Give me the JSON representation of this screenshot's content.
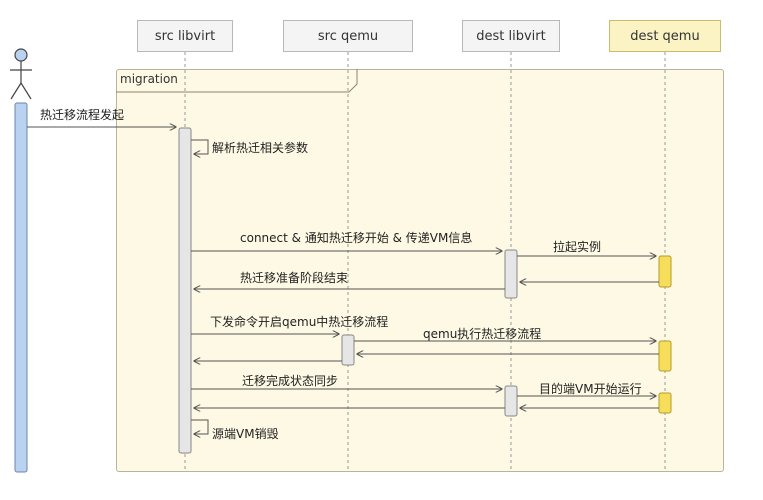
{
  "participants": {
    "src_libvirt": "src libvirt",
    "src_qemu": "src qemu",
    "dest_libvirt": "dest libvirt",
    "dest_qemu": "dest qemu"
  },
  "frame": {
    "label": "migration"
  },
  "messages": {
    "m1": "热迁移流程发起",
    "m2": "解析热迁相关参数",
    "m3": "connect & 通知热迁移开始 & 传递VM信息",
    "m4": "拉起实例",
    "m5": "热迁移准备阶段结束",
    "m6": "下发命令开启qemu中热迁移流程",
    "m7": "qemu执行热迁移流程",
    "m8": "迁移完成状态同步",
    "m9": "目的端VM开始运行",
    "m10": "源端VM销毁"
  },
  "colors": {
    "actor": "#b9d2f2",
    "activation": "#e6e6e6",
    "activation_dest_qemu": "#f7de5a",
    "frame_bg": "#fdf9e4"
  }
}
